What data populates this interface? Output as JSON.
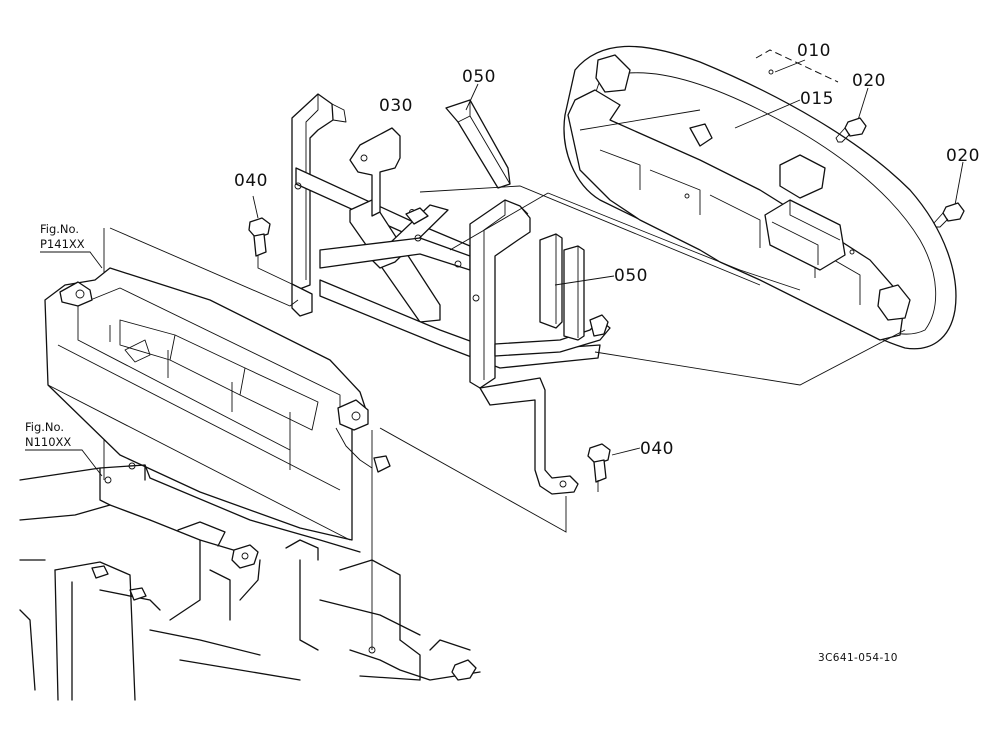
{
  "parts": [
    {
      "id": "p010",
      "label": "010"
    },
    {
      "id": "p015",
      "label": "015"
    },
    {
      "id": "p020a",
      "label": "020"
    },
    {
      "id": "p020b",
      "label": "020"
    },
    {
      "id": "p030",
      "label": "030"
    },
    {
      "id": "p040a",
      "label": "040"
    },
    {
      "id": "p040b",
      "label": "040"
    },
    {
      "id": "p050a",
      "label": "050"
    },
    {
      "id": "p050b",
      "label": "050"
    }
  ],
  "figure_refs": [
    {
      "label": "Fig.No.",
      "code": "P141XX"
    },
    {
      "label": "Fig.No.",
      "code": "N110XX"
    }
  ],
  "diagram_code": "3C641-054-10"
}
